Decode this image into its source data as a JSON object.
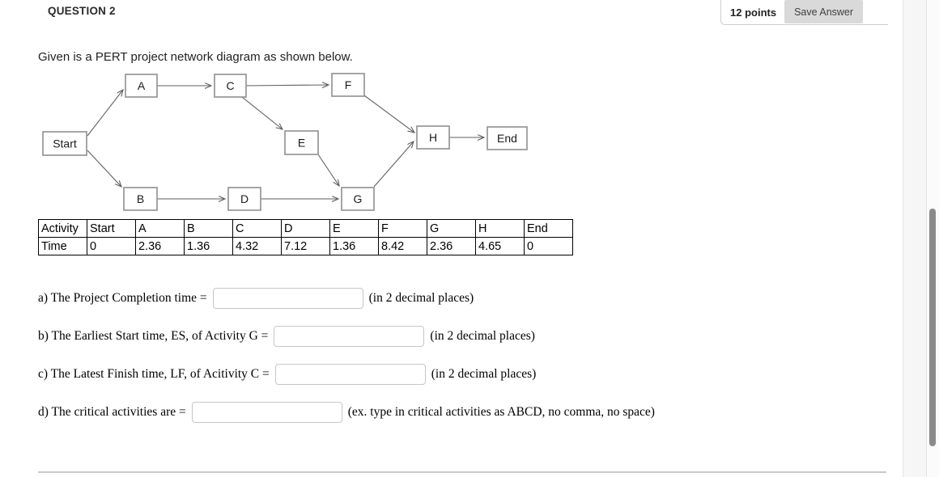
{
  "header": {
    "question_label": "QUESTION 2",
    "points": "12 points",
    "save_button": "Save Answer"
  },
  "intro": "Given is a PERT project network diagram as shown below.",
  "diagram": {
    "nodes": [
      {
        "id": "start",
        "label": "Start"
      },
      {
        "id": "a",
        "label": "A"
      },
      {
        "id": "b",
        "label": "B"
      },
      {
        "id": "c",
        "label": "C"
      },
      {
        "id": "d",
        "label": "D"
      },
      {
        "id": "e",
        "label": "E"
      },
      {
        "id": "f",
        "label": "F"
      },
      {
        "id": "g",
        "label": "G"
      },
      {
        "id": "h",
        "label": "H"
      },
      {
        "id": "end",
        "label": "End"
      }
    ],
    "edges": [
      {
        "from": "start",
        "to": "a"
      },
      {
        "from": "start",
        "to": "b"
      },
      {
        "from": "a",
        "to": "c"
      },
      {
        "from": "c",
        "to": "f"
      },
      {
        "from": "c",
        "to": "e"
      },
      {
        "from": "e",
        "to": "g"
      },
      {
        "from": "b",
        "to": "d"
      },
      {
        "from": "d",
        "to": "g"
      },
      {
        "from": "f",
        "to": "h"
      },
      {
        "from": "g",
        "to": "h"
      },
      {
        "from": "h",
        "to": "end"
      }
    ]
  },
  "table": {
    "rows": [
      [
        "Activity",
        "Start",
        "A",
        "B",
        "C",
        "D",
        "E",
        "F",
        "G",
        "H",
        "End"
      ],
      [
        "Time",
        "0",
        "2.36",
        "1.36",
        "4.32",
        "7.12",
        "1.36",
        "8.42",
        "2.36",
        "4.65",
        "0"
      ]
    ]
  },
  "questions": [
    {
      "id": "a",
      "label": "a) The Project Completion time =",
      "value": "",
      "suffix": "(in 2 decimal places)"
    },
    {
      "id": "b",
      "label": "b) The Earliest Start time, ES, of Activity G =",
      "value": "",
      "suffix": "(in 2 decimal places)"
    },
    {
      "id": "c",
      "label": "c) The Latest Finish time, LF, of Acitivity C =",
      "value": "",
      "suffix": "(in 2 decimal places)"
    },
    {
      "id": "d",
      "label": "d) The critical activities are =",
      "value": "",
      "suffix": "(ex. type in critical activities as ABCD, no comma, no space)"
    }
  ]
}
